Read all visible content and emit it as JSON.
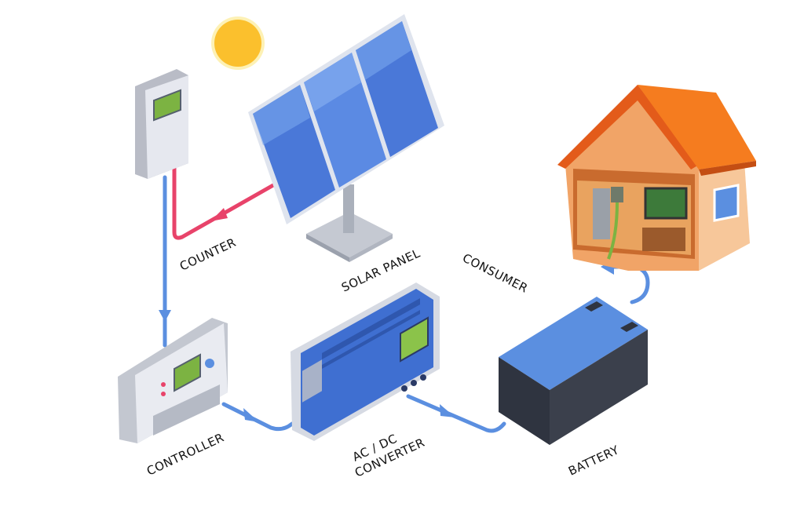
{
  "labels": {
    "counter": "COUNTER",
    "solar_panel": "SOLAR PANEL",
    "consumer": "CONSUMER",
    "controller": "CONTROLLER",
    "converter_line1": "AC / DC",
    "converter_line2": "CONVERTER",
    "battery": "BATTERY"
  },
  "colors": {
    "flow_blue": "#5b8fe0",
    "flow_red": "#e8436a",
    "sun": "#fbc02d",
    "screen_green": "#8bc34a",
    "device_blue": "#3f6fd1",
    "roof_orange": "#f57c1f"
  }
}
